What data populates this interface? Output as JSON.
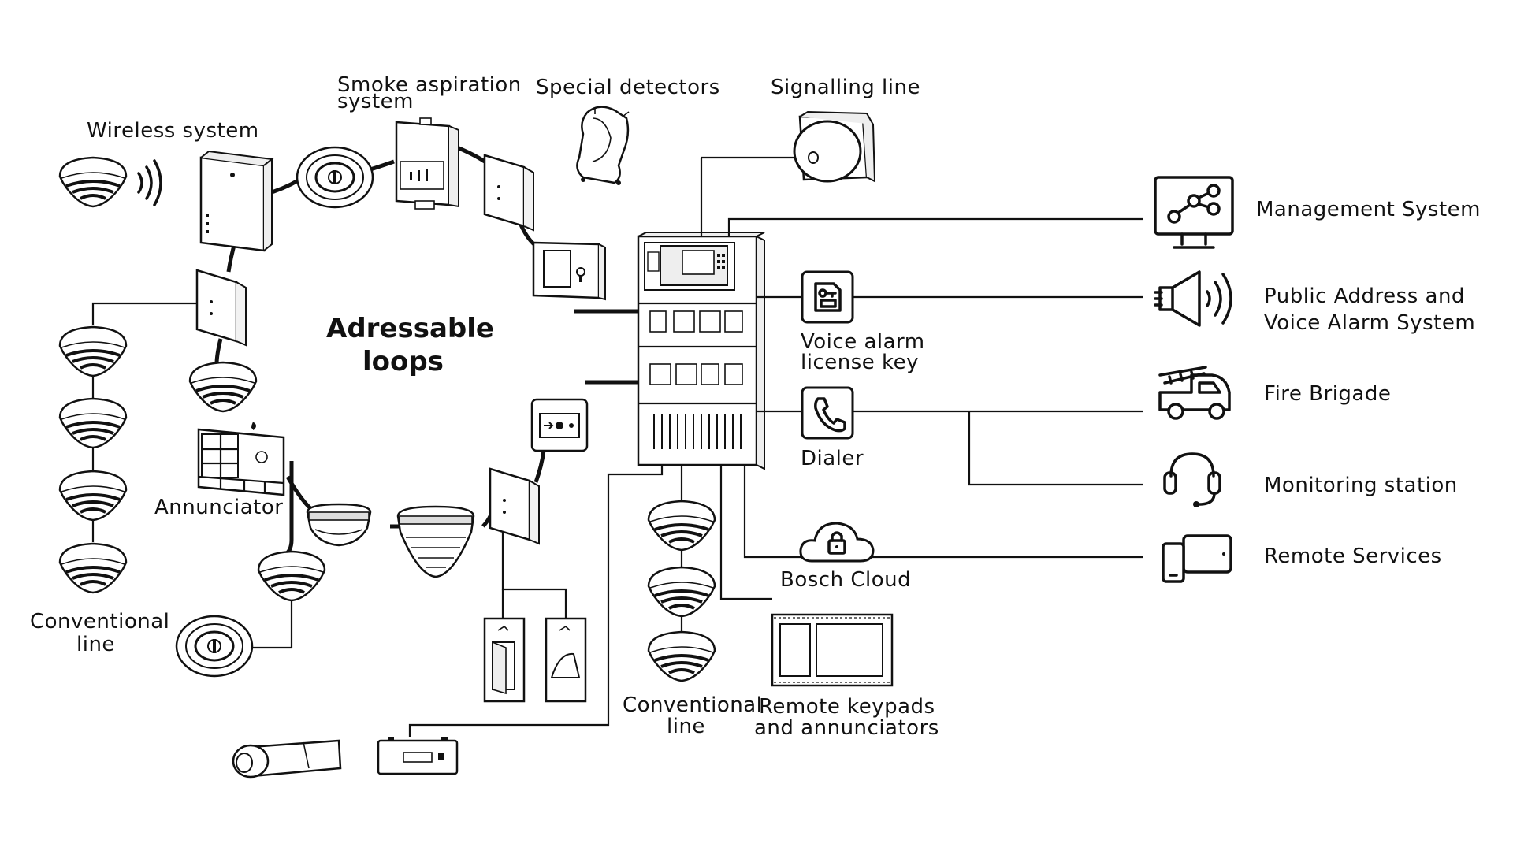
{
  "labels": {
    "wireless_system": "Wireless system",
    "smoke_aspiration_1": "Smoke aspiration",
    "smoke_aspiration_2": "system",
    "special_detectors": "Special detectors",
    "signalling_line": "Signalling line",
    "addressable_loops_1": "Adressable",
    "addressable_loops_2": "loops",
    "annunciator": "Annunciator",
    "conventional_line_left_1": "Conventional",
    "conventional_line_left_2": "line",
    "voice_alarm_key_1": "Voice alarm",
    "voice_alarm_key_2": "license key",
    "dialer": "Dialer",
    "bosch_cloud": "Bosch Cloud",
    "conventional_line_mid_1": "Conventional",
    "conventional_line_mid_2": "line",
    "remote_keypads_1": "Remote keypads",
    "remote_keypads_2": "and annunciators",
    "management_system": "Management System",
    "public_address_1": "Public Address and",
    "public_address_2": "Voice Alarm System",
    "fire_brigade": "Fire Brigade",
    "monitoring_station": "Monitoring station",
    "remote_services": "Remote Services"
  },
  "icons": {
    "management": "monitor-network-icon",
    "public_address": "loudspeaker-icon",
    "fire_brigade": "fire-truck-icon",
    "monitoring": "headset-icon",
    "remote": "phone-tablet-icon",
    "voice_key": "sim-key-icon",
    "dialer": "phone-icon",
    "cloud": "cloud-lock-icon"
  }
}
